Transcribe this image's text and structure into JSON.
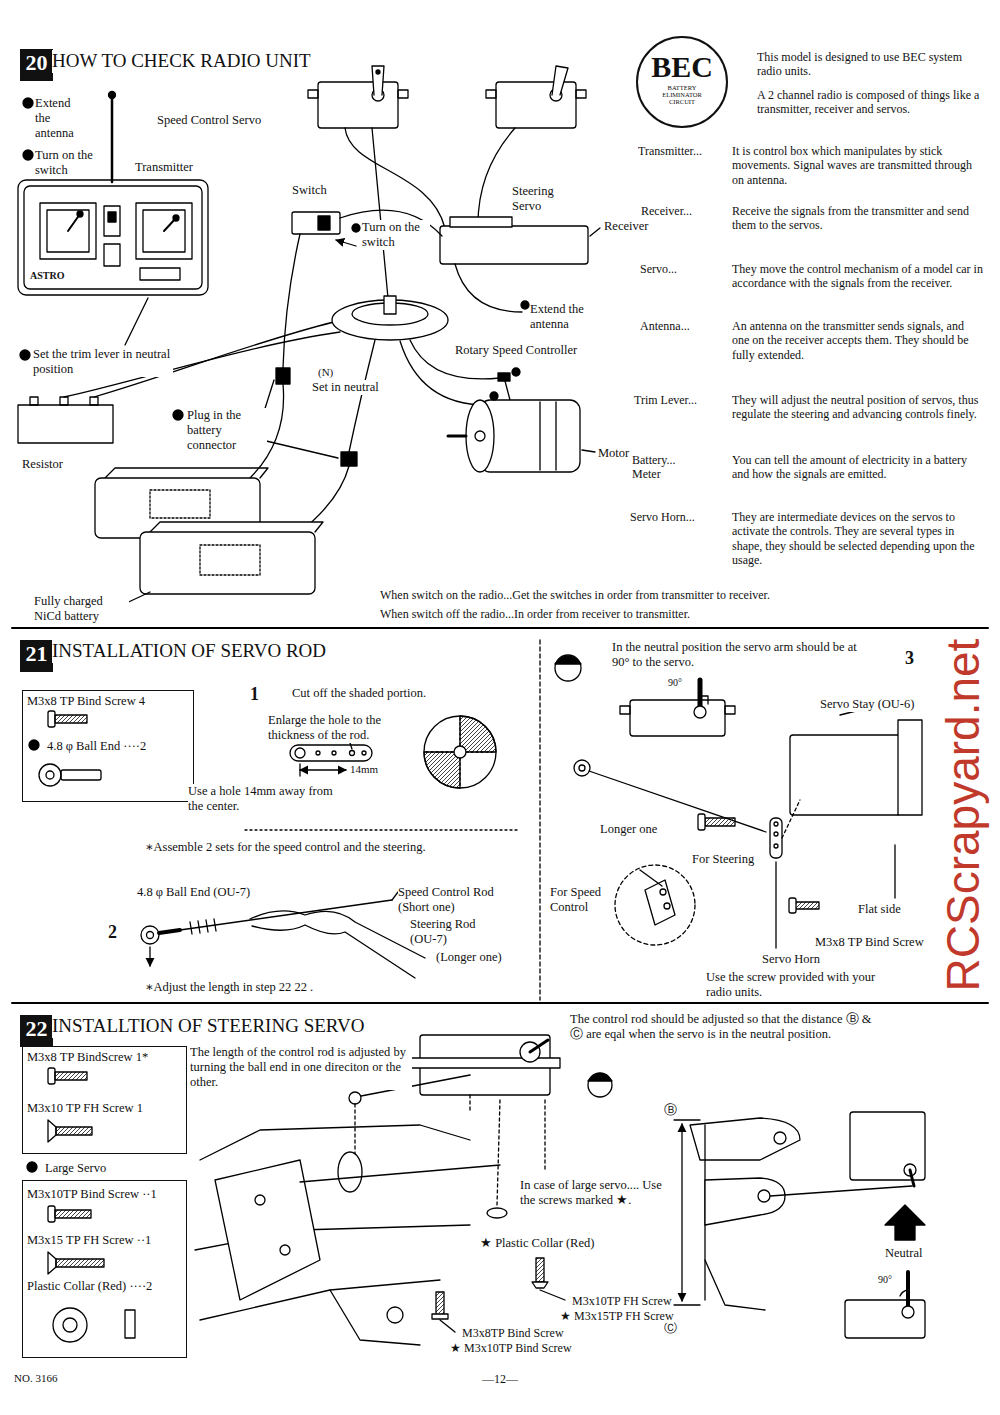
{
  "diagram": {
    "nodes": [
      {
        "text": [
          "20"
        ]
      },
      {
        "text": [
          "BEC",
          "BATTERY ELIMINATOR CIRCUIT"
        ]
      },
      {
        "text": [
          "21"
        ]
      },
      {
        "text": [
          "M3x8 TP Bind Screw 4",
          "4.8 φ Ball End ····2"
        ]
      },
      {
        "text": [
          "22"
        ]
      },
      {
        "text": [
          "M3x8 TP BindScrew 1*",
          "M3x10 TP FH Screw 1"
        ]
      },
      {
        "text": [
          "Large Servo",
          "M3x10TP Bind Screw ··1",
          "M3x15 TP FH Screw ··1",
          "Plastic Collar (Red) ····2"
        ]
      }
    ],
    "labels": [
      "HOW TO CHECK RADIO UNIT",
      "Extend the antenna",
      "Turn on the switch",
      "Transmitter",
      "Speed Control Servo",
      "Switch",
      "Turn on the switch",
      "Steering Servo",
      "Receiver",
      "Extend the antenna",
      "Rotary Speed Controller",
      "Set the trim lever in neutral position",
      "(N)",
      "Set in neutral",
      "Plug in the battery connector",
      "Motor",
      "Resistor",
      "Fully charged NiCd battery",
      "ASTRO",
      "This model is designed to use BEC system radio units.",
      "A 2 channel radio is composed of things like a transmitter, receiver and servos.",
      "Transmitter...",
      "It is control box which manipulates by stick movements. Signal waves are transmitted through on antenna.",
      "Receiver...",
      "Receive the signals from the transmitter and send them to the servos.",
      "Servo...",
      "They move the control mechanism of a model car in accordance with the signals from the receiver.",
      "Antenna...",
      "An antenna on the transmitter sends signals, and one on the receiver accepts them. They should be fully extended.",
      "Trim Lever...",
      "They will adjust the neutral position of servos, thus regulate the steering and advancing controls finely.",
      "Battery... Meter",
      "You can tell the amount of electricity in a battery and how the signals are emitted.",
      "Servo Horn...",
      "They are intermediate devices on the servos to activate the controls. They are several types in shape, they should be selected depending upon the usage.",
      "When switch on the radio...Get the switches in order from transmitter to receiver.",
      "When switch off the radio...In order from receiver to transmitter.",
      "INSTALLATION OF SERVO ROD",
      "1",
      "Cut off the shaded portion.",
      "Enlarge the hole to the thickness of the rod.",
      "14mm",
      "Use a hole 14mm away from the center.",
      "∗Assemble 2 sets for the speed control and the steering.",
      "2",
      "4.8 φ Ball End (OU-7)",
      "Speed Control Rod (Short one)",
      "Steering Rod (OU-7)",
      "(Longer one)",
      "∗Adjust the length in step 22 22 .",
      "In the neutral position the servo arm should be at 90° to the servo.",
      "90°",
      "3",
      "Servo Stay (OU-6)",
      "Longer one",
      "For Steering",
      "For Speed Control",
      "Flat side",
      "M3x8 TP Bind Screw",
      "Servo Horn",
      "Use the screw provided with your radio units.",
      "INSTALLTION OF STEERING SERVO",
      "The length of the control rod is adjusted by turning the ball end in one direciton or the other.",
      "The control rod should be adjusted so that the distance Ⓑ & Ⓒ are eqal when the servo is in the neutral position.",
      "In case of large servo.... Use the screws marked ★.",
      "★ Plastic Collar (Red)",
      "Ⓑ",
      "Ⓒ",
      "Neutral",
      "90°",
      "M3x10TP FH Screw",
      "★ M3x15TP FH Screw",
      "M3x8TP Bind Screw",
      "★ M3x10TP Bind Screw",
      "NO. 3166",
      "—12—",
      "RCScrapyard.net"
    ]
  }
}
